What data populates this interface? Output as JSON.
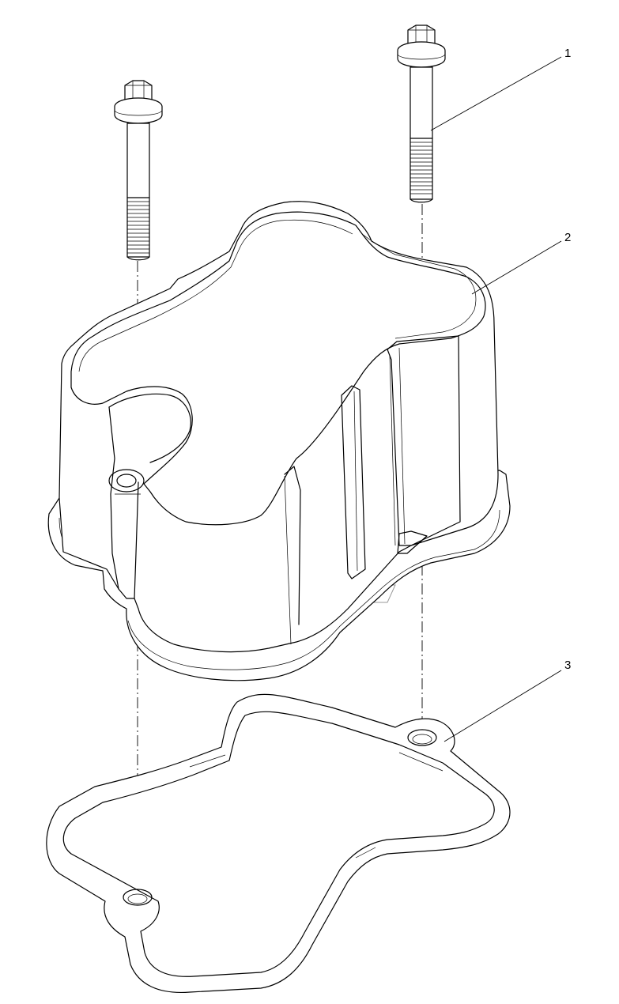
{
  "callouts": [
    {
      "id": "1",
      "label": "1"
    },
    {
      "id": "2",
      "label": "2"
    },
    {
      "id": "3",
      "label": "3"
    }
  ],
  "parts": {
    "bolt_left": "flange-bolt",
    "bolt_right": "flange-bolt",
    "cover": "valve-cover",
    "gasket": "cover-gasket"
  },
  "colors": {
    "line": "#000000",
    "watermark": "#9a9a9a",
    "background": "#ffffff"
  }
}
